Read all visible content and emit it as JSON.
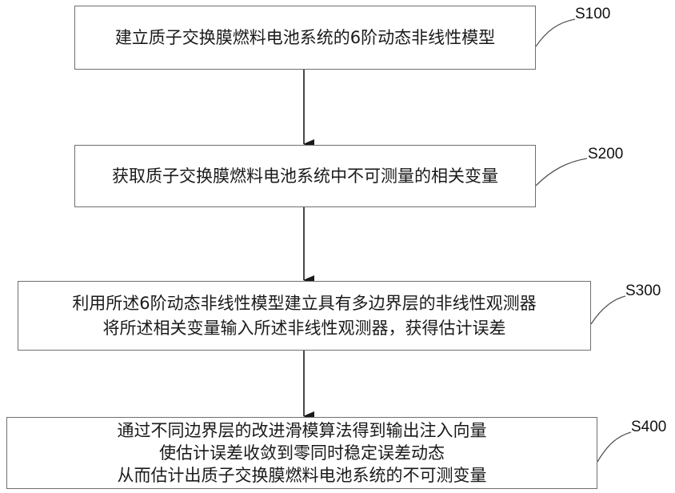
{
  "flowchart": {
    "steps": [
      {
        "id": "S100",
        "lines": [
          "建立质子交换膜燃料电池系统的6阶动态非线性模型"
        ]
      },
      {
        "id": "S200",
        "lines": [
          "获取质子交换膜燃料电池系统中不可测量的相关变量"
        ]
      },
      {
        "id": "S300",
        "lines": [
          "利用所述6阶动态非线性模型建立具有多边界层的非线性观测器",
          "将所述相关变量输入所述非线性观测器，获得估计误差"
        ]
      },
      {
        "id": "S400",
        "lines": [
          "通过不同边界层的改进滑模算法得到输出注入向量",
          "使估计误差收敛到零同时稳定误差动态",
          "从而估计出质子交换膜燃料电池系统的不可测变量"
        ]
      }
    ]
  },
  "colors": {
    "box_border": "#6f6f6f",
    "arrow": "#1a1a1a",
    "leader_line": "#555555",
    "text": "#1a1a1a"
  }
}
